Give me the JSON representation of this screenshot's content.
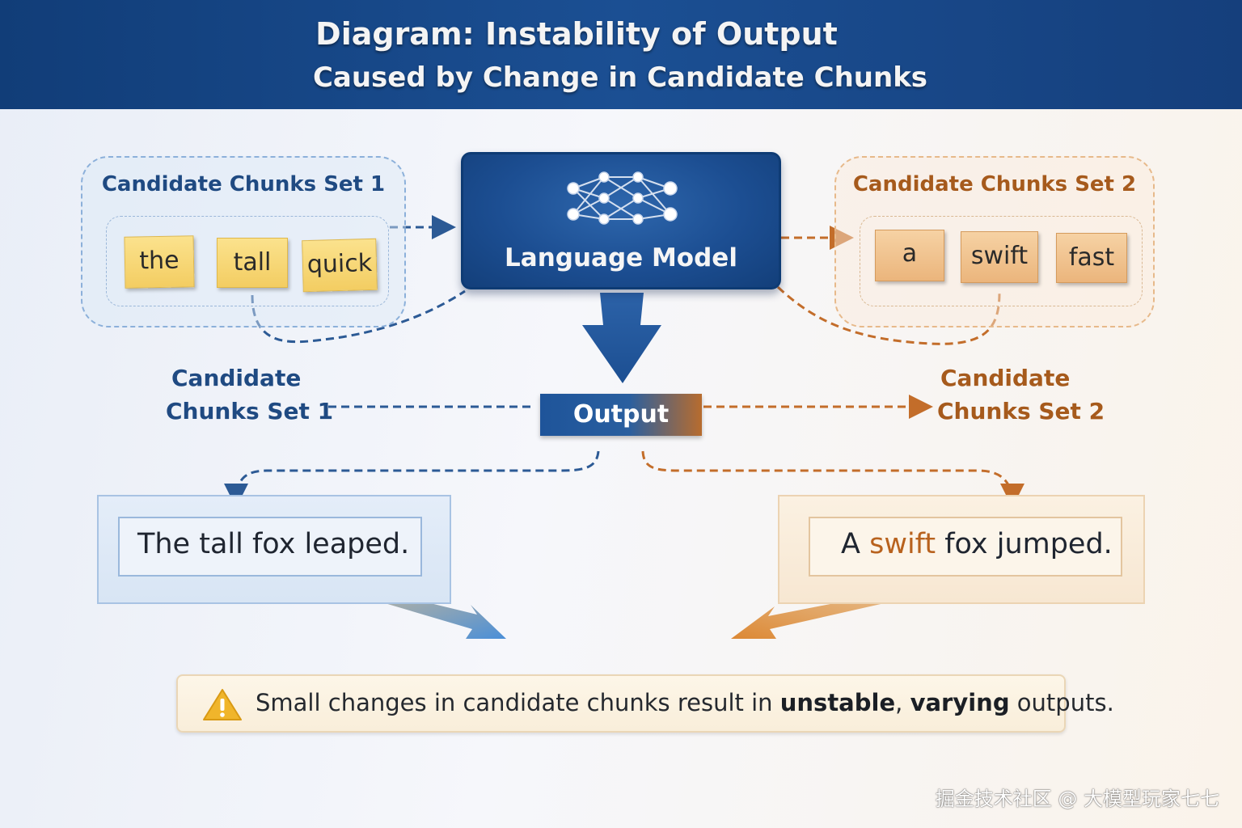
{
  "header": {
    "title_line1": "Diagram: Instability of Output",
    "title_line2": "Caused by Change in Candidate Chunks"
  },
  "set1": {
    "title": "Candidate Chunks Set 1",
    "chips": [
      "the",
      "tall",
      "quick"
    ]
  },
  "set2": {
    "title": "Candidate Chunks Set 2",
    "chips": [
      "a",
      "swift",
      "fast"
    ]
  },
  "model": {
    "label": "Language Model",
    "icon": "neural-network-icon"
  },
  "output": {
    "label": "Output",
    "left_label_line1": "Candidate",
    "left_label_line2": "Chunks Set 1",
    "right_label_line1": "Candidate",
    "right_label_line2": "Chunks Set 2"
  },
  "results": {
    "result1": "The tall fox leaped.",
    "result2_prefix": "A ",
    "result2_highlight": "swift",
    "result2_suffix": " fox jumped."
  },
  "warning": {
    "icon": "warning-icon",
    "text_prefix": "Small changes in candidate chunks result in ",
    "text_bold1": "unstable",
    "text_mid": ", ",
    "text_bold2": "varying",
    "text_suffix": " outputs."
  },
  "watermark": "掘金技术社区 @ 大模型玩家七七",
  "colors": {
    "blue_accent": "#1f4a82",
    "orange_accent": "#a65a1c",
    "header_bg": "#1b4f93"
  }
}
